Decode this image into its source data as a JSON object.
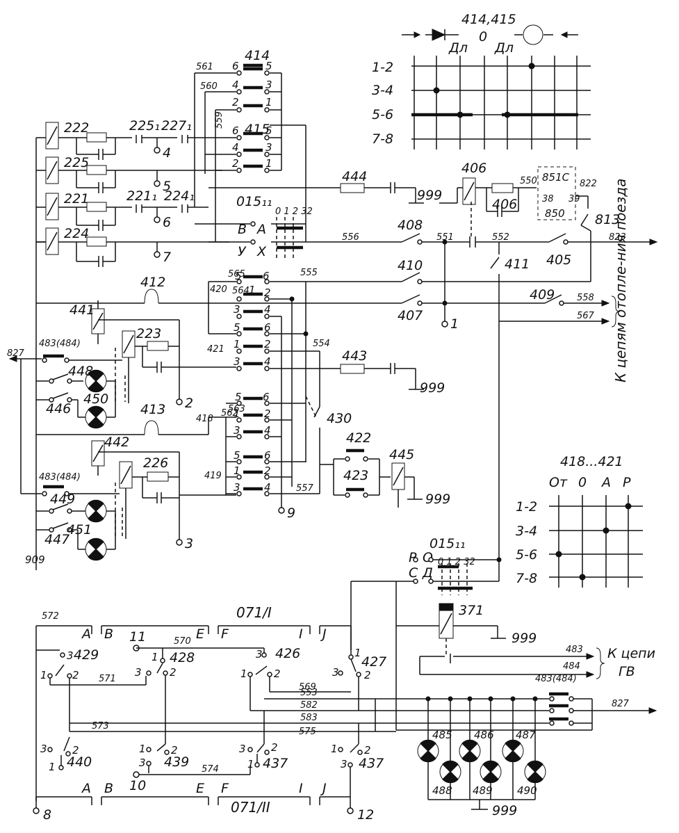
{
  "tables": {
    "t414": {
      "header": "414,415",
      "columns": [
        "Дл",
        "0",
        "Дл"
      ],
      "rows": [
        "1-2",
        "3-4",
        "5-6",
        "7-8"
      ]
    },
    "t418": {
      "header": "418...421",
      "columns": [
        "От",
        "0",
        "А",
        "Р"
      ],
      "rows": [
        "1-2",
        "3-4",
        "5-6",
        "7-8"
      ]
    }
  },
  "texts": {
    "heating_note": "К цепям отопле-ния поезда",
    "gv_note_1": "К цепи",
    "gv_note_2": "ГВ"
  },
  "labels": {
    "l414": "414",
    "l415": "415",
    "l561": "561",
    "l560": "560",
    "l559": "559",
    "l222": "222",
    "l225": "225",
    "l221": "221",
    "l224": "224",
    "l225_1": "225₁",
    "l227_1": "227₁",
    "l221_1": "221₁",
    "l224_1": "224₁",
    "t4": "4",
    "t5": "5",
    "t6": "6",
    "t7": "7",
    "l015a": "015₁₁",
    "pos_a": "0 1 2 32",
    "cB": "В",
    "cA": "А",
    "cY": "У",
    "cX": "Х",
    "l444": "444",
    "l999a": "999",
    "l406": "406",
    "l406b": "406",
    "l550": "550",
    "l851c": "851С",
    "l38": "38",
    "l39": "39",
    "l850": "850",
    "l822": "822",
    "l813": "813",
    "l556": "556",
    "l408": "408",
    "l551": "551",
    "l552": "552",
    "l823": "823",
    "l410": "410",
    "l411": "411",
    "l405": "405",
    "l412": "412",
    "l565": "565",
    "l555": "555",
    "l420": "420",
    "l564": "564",
    "l407": "407",
    "t1": "1",
    "l409": "409",
    "l558": "558",
    "l567": "567",
    "l441": "441",
    "l223": "223",
    "l483a": "483(484)",
    "l827a": "827",
    "l421": "421",
    "l554": "554",
    "l443": "443",
    "l999b": "999",
    "l448": "448",
    "l450": "450",
    "l446": "446",
    "t2": "2",
    "l413": "413",
    "l563": "563",
    "l418": "418",
    "l562": "562",
    "l430": "430",
    "l422": "422",
    "l445": "445",
    "l423": "423",
    "l442": "442",
    "l226": "226",
    "l483b": "483(484)",
    "l419": "419",
    "l557": "557",
    "l999c": "999",
    "t9": "9",
    "l449": "449",
    "l447": "447",
    "l451": "451",
    "t3": "3",
    "l909": "909",
    "l015b": "015₁₁",
    "pos_b": "0 1 2 32",
    "cP": "Р",
    "c0": "О",
    "cC": "С",
    "cD": "Д",
    "l371": "371",
    "l999d": "999",
    "l483c": "483",
    "l484c": "484",
    "l483d": "483(484)",
    "l827b": "827",
    "l572": "572",
    "l071a": "071/I",
    "l429": "429",
    "l428": "428",
    "l426": "426",
    "l427": "427",
    "t11": "11",
    "l570": "570",
    "l571": "571",
    "l569": "569",
    "l553": "553",
    "l582": "582",
    "l583": "583",
    "l573": "573",
    "l575": "575",
    "l574": "574",
    "l440": "440",
    "l439": "439",
    "l437a": "437",
    "l437b": "437",
    "t10": "10",
    "l071b": "071/II",
    "t8": "8",
    "t12": "12",
    "l485": "485",
    "l486": "486",
    "l487": "487",
    "l488": "488",
    "l489": "489",
    "l490": "490",
    "l999e": "999",
    "cont": {
      "A1": "А",
      "B1": "В",
      "E1": "Е",
      "F1": "F",
      "I1": "I",
      "J1": "J",
      "A2": "А",
      "B2": "В",
      "E2": "Е",
      "F2": "F",
      "I2": "I",
      "J2": "J"
    }
  },
  "colors": {
    "ink": "#111111",
    "paper": "#ffffff"
  }
}
